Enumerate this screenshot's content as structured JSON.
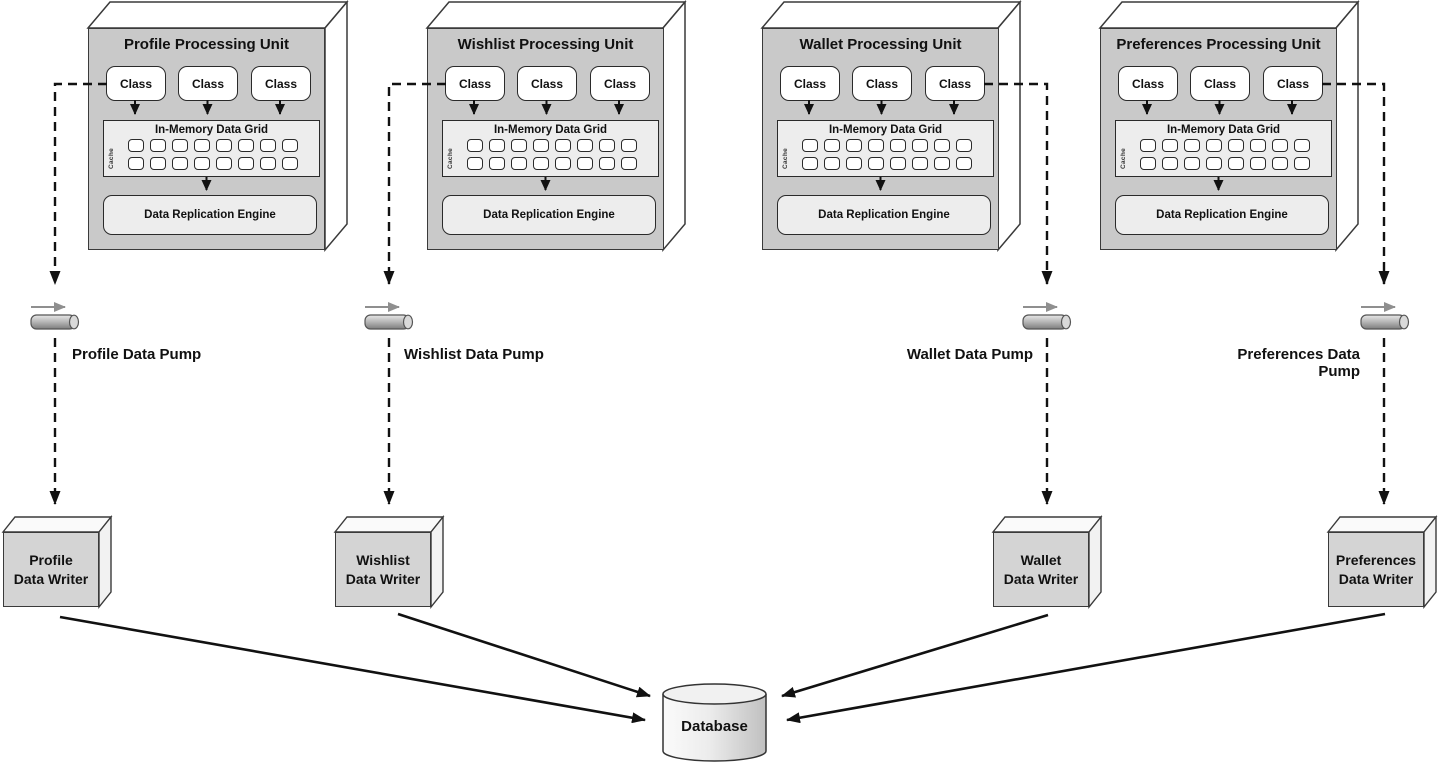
{
  "diagram": {
    "common": {
      "class_label": "Class",
      "grid_title": "In-Memory Data Grid",
      "cache_label": "Cache",
      "engine_title": "Data Replication Engine"
    },
    "units": [
      {
        "title": "Profile Processing Unit",
        "pump_label": "Profile Data Pump",
        "writer_line1": "Profile",
        "writer_line2": "Data Writer"
      },
      {
        "title": "Wishlist Processing Unit",
        "pump_label": "Wishlist Data Pump",
        "writer_line1": "Wishlist",
        "writer_line2": "Data Writer"
      },
      {
        "title": "Wallet Processing Unit",
        "pump_label": "Wallet Data Pump",
        "writer_line1": "Wallet",
        "writer_line2": "Data Writer"
      },
      {
        "title": "Preferences Processing Unit",
        "pump_label": "Preferences Data Pump",
        "writer_line1": "Preferences",
        "writer_line2": "Data Writer"
      }
    ],
    "database_label": "Database",
    "cache_cells_per_grid": 16,
    "colors": {
      "unit_face": "#c9c9c9",
      "panel": "#ededed",
      "writer_face": "#d4d4d4",
      "line": "#111111",
      "gray_arrow": "#8f8f8f"
    }
  }
}
